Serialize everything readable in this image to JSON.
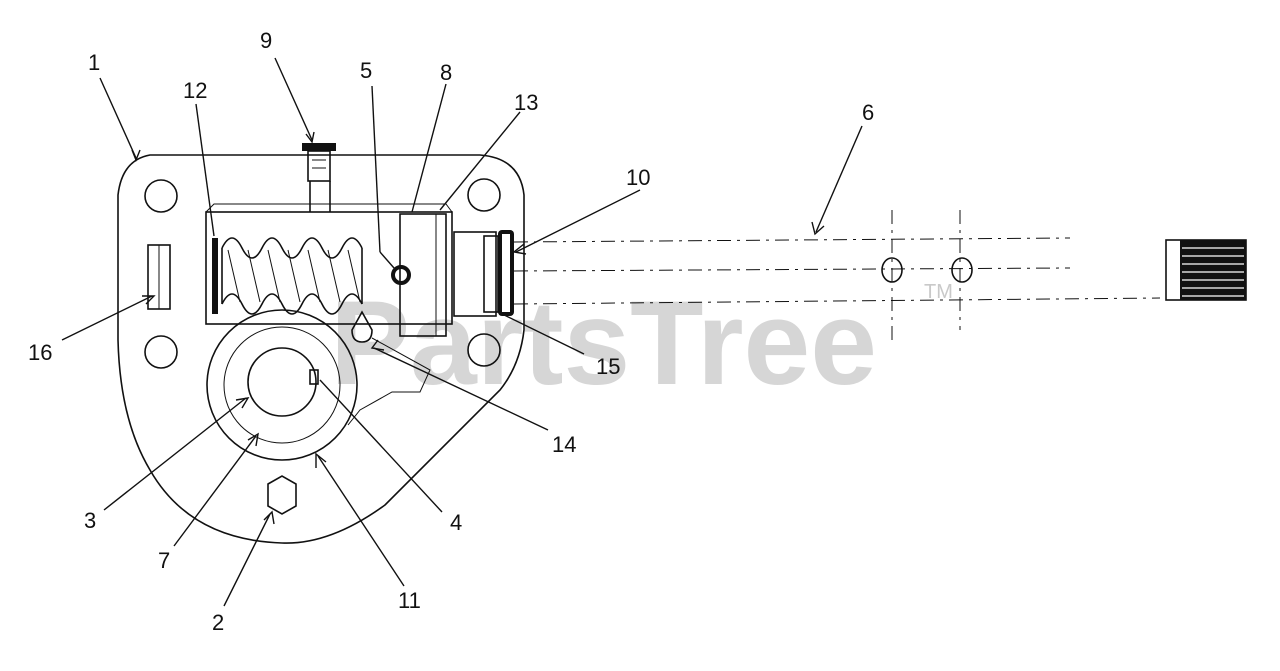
{
  "watermark": {
    "text": "PartsTree",
    "tm": "TM"
  },
  "callouts": [
    {
      "id": "c1",
      "label": "1"
    },
    {
      "id": "c2",
      "label": "2"
    },
    {
      "id": "c3",
      "label": "3"
    },
    {
      "id": "c4",
      "label": "4"
    },
    {
      "id": "c5",
      "label": "5"
    },
    {
      "id": "c6",
      "label": "6"
    },
    {
      "id": "c7",
      "label": "7"
    },
    {
      "id": "c8",
      "label": "8"
    },
    {
      "id": "c9",
      "label": "9"
    },
    {
      "id": "c10",
      "label": "10"
    },
    {
      "id": "c11",
      "label": "11"
    },
    {
      "id": "c12",
      "label": "12"
    },
    {
      "id": "c13",
      "label": "13"
    },
    {
      "id": "c14",
      "label": "14"
    },
    {
      "id": "c15",
      "label": "15"
    },
    {
      "id": "c16",
      "label": "16"
    }
  ]
}
